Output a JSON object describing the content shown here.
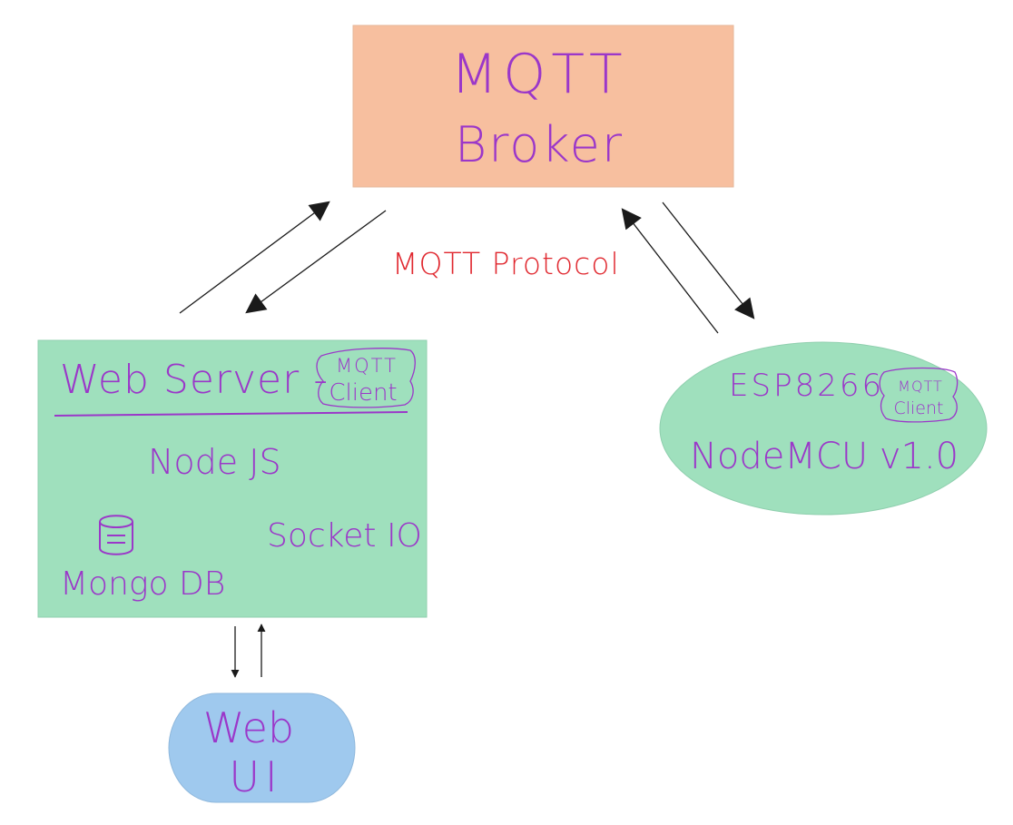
{
  "broker": {
    "line1": "MQTT",
    "line2": "Broker",
    "color": "#f7bf9f"
  },
  "protocol_label": "MQTT Protocol",
  "web_server": {
    "title": "Web Server -",
    "badge_line1": "MQTT",
    "badge_line2": "Client",
    "runtime": "Node JS",
    "database": "Mongo DB",
    "database_icon": "database-icon",
    "socket": "Socket IO",
    "color": "#9fe0bd"
  },
  "device": {
    "chip": "ESP8266",
    "badge_line1": "MQTT",
    "badge_line2": "Client",
    "board": "NodeMCU v1.0",
    "color": "#9fe0bd"
  },
  "web_ui": {
    "line1": "Web",
    "line2": "UI",
    "color": "#9fc9ee"
  },
  "colors": {
    "text": "#9b37c9",
    "protocol_text": "#e0272e",
    "arrow": "#1a1a1a"
  }
}
